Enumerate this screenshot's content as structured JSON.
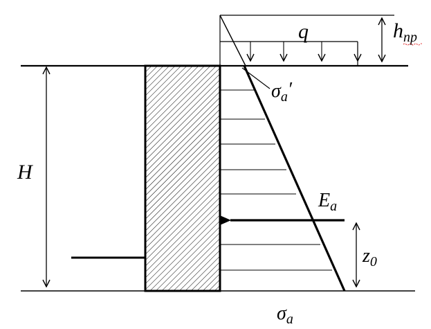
{
  "labels": {
    "height": "H",
    "load": "q",
    "equivalent_height_main": "h",
    "equivalent_height_sub": "np",
    "top_stress_main": "σ",
    "top_stress_sub": "a",
    "top_stress_prime": "′",
    "resultant_main": "E",
    "resultant_sub": "a",
    "arm_main": "z",
    "arm_sub": "0",
    "base_stress_main": "σ",
    "base_stress_sub": "a"
  },
  "colors": {
    "line": "#000000",
    "spellcheck": "#e02020"
  }
}
